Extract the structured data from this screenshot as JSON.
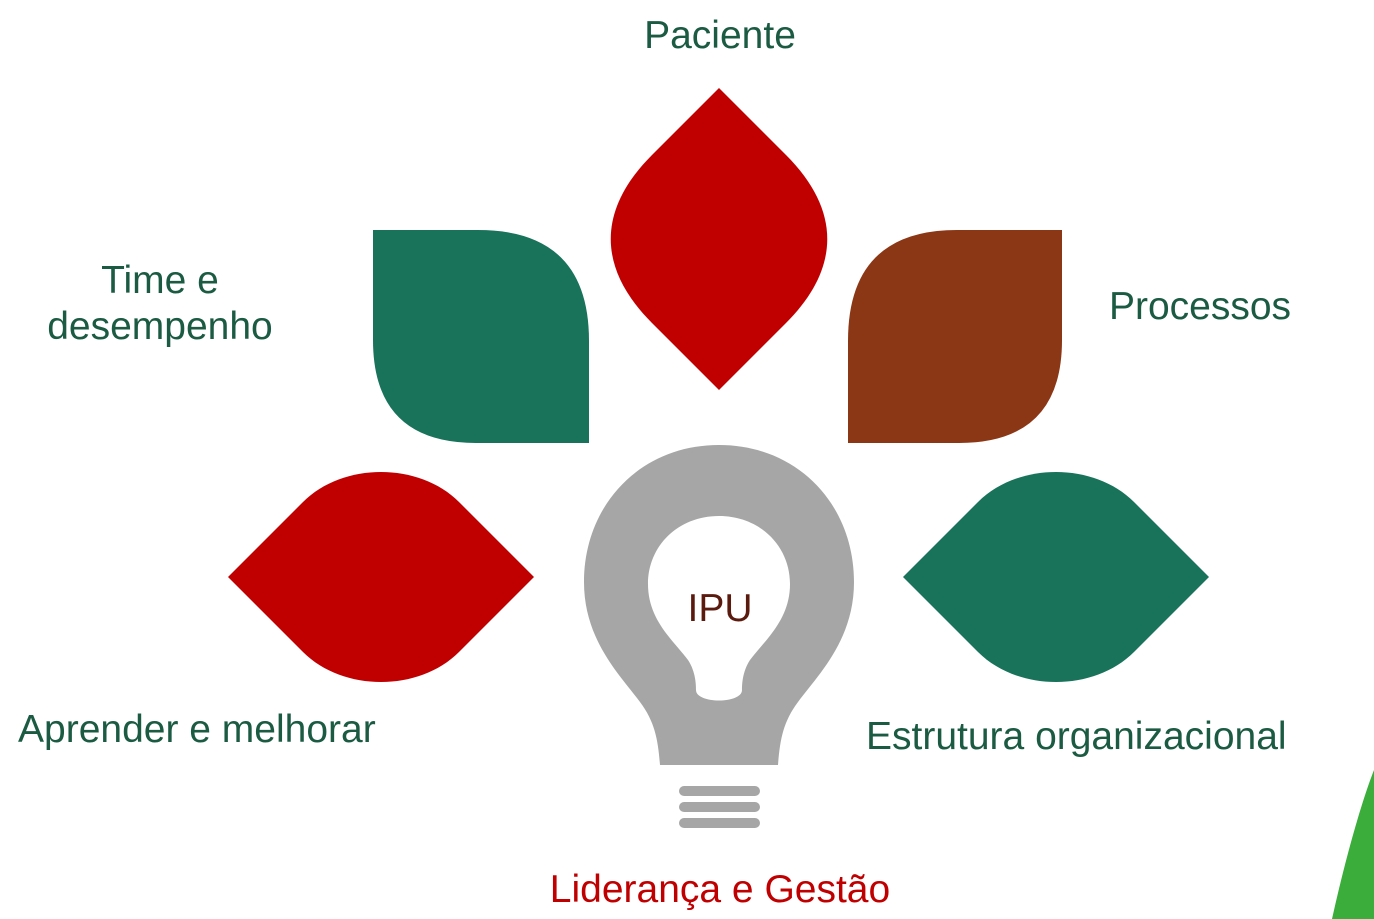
{
  "diagram": {
    "center_label": "IPU",
    "footer_label": "Liderança e Gestão",
    "petals": [
      {
        "label": "Paciente",
        "color": "#c00000"
      },
      {
        "label": "Time e\ndesempenho",
        "color": "#18735a"
      },
      {
        "label": "Processos",
        "color": "#8b3614"
      },
      {
        "label": "Aprender e melhorar",
        "color": "#c00000"
      },
      {
        "label": "Estrutura organizacional",
        "color": "#18735a"
      }
    ],
    "colors": {
      "label_text": "#1b5b43",
      "accent_red": "#c00000",
      "center_text": "#5a1a0e",
      "bulb_gray": "#a6a6a6",
      "corner_green": "#3aad3a"
    }
  }
}
